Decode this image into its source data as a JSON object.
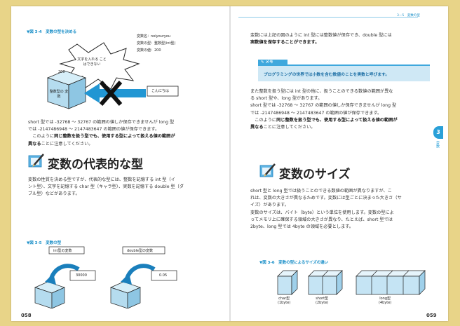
{
  "left": {
    "fig34": {
      "caption": "▼図 3-4　変数の型を決める",
      "var_name": "変数名：noiyouryou",
      "var_type": "変数の型：整数型(int型)",
      "var_value": "変数の値：200",
      "burst": "文字を入れる ことはできない",
      "num_200": "200",
      "box_label": "整数型の 変数",
      "konnichiwa": "こんにちは"
    },
    "p1": "short 型では -32768 ～ 32767 の範囲の値しか保存できませんが long 型",
    "p2": "では -2147486948 ～ 2147483647 の範囲の値が保存できます。",
    "p3a": "このように",
    "p3b": "同じ整数を扱う型でも、使用する型によって扱える値の範囲が",
    "p4": "異なる",
    "p4b": "ことに注意してください。",
    "h2": "変数の代表的な型",
    "p5": "変数の性質を決める型ですが、代表的な型には、整数を記憶する int 型（イ",
    "p6": "ント型）、文字を記憶する char 型（キャラ型）、実数を記憶する double 型（ダ",
    "p7": "ブル型）などがあります。",
    "fig35": {
      "caption": "▼図 3-5　変数の型",
      "int_label": "int型の変数",
      "double_label": "double型の変数",
      "v30000": "30000",
      "v005": "0.05"
    },
    "page_num": "058"
  },
  "right": {
    "header": "3－5　変数の型",
    "p1": "変数には上記の図のように int 型には整数値が保存でき、double 型には",
    "p2": "実数値を保存することができます。",
    "memo_label": "✎ メモ",
    "memo_text": "プログラミングの世界では小数を含む数値のことを実数と呼びます。",
    "p3": "また整数を扱う型には int 型の他に、扱うことのできる数値の範囲が異な",
    "p4": "る short 型や、long 型があります。",
    "p5": "short 型では -32768 ～ 32767 の範囲の値しか保存できませんが long 型",
    "p6": "では -2147486948 ～ 2147483647 の範囲の値が保存できます。",
    "p7a": "このように",
    "p7b": "同じ整数を扱う型でも、使用する型によって扱える値の範囲が",
    "p8a": "異なる",
    "p8b": "ことに注意してください。",
    "h2": "変数のサイズ",
    "p9": "short 型と long 型では扱うことのできる数値の範囲が異なりますが、こ",
    "p10": "れは、変数の大きさが異なるためです。変数には型ごとに決まった大きさ（サ",
    "p11": "イズ）があります。",
    "p12": "変数のサイズは、バイト（byte）という単位を使用します。変数の型によ",
    "p13": "ってメモリ上に確保する領域の大きさが異なり、たとえば、short 型では",
    "p14": "2byte、long 型では 4byte の領域を必要とします。",
    "fig36": {
      "caption": "▼図 3-6　変数の型によるサイズの違い",
      "char_lbl1": "char型",
      "char_lbl2": "(1byte)",
      "short_lbl1": "short型",
      "short_lbl2": "(2byte)",
      "long_lbl1": "long型",
      "long_lbl2": "(4byte)"
    },
    "tab_num": "3",
    "tab_text": "変数",
    "page_num": "059"
  }
}
